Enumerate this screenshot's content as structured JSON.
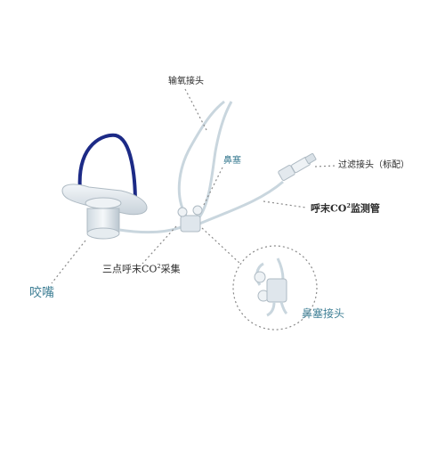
{
  "labels": {
    "oxygen_connector": "输氧接头",
    "nasal_plug": "鼻塞",
    "filter_connector": "过滤接头（标配）",
    "co2_monitor_prefix": "呼末CO",
    "co2_monitor_sup": "2",
    "co2_monitor_suffix": "监测管",
    "three_point_prefix": "三点呼末CO",
    "three_point_sup": "2",
    "three_point_suffix": "采集",
    "mouthpiece": "咬嘴",
    "nasal_plug_detail": "鼻塞接头"
  },
  "colors": {
    "strap": "#1c2a86",
    "tube": "#c9d6de",
    "device": "#dfe6ec",
    "label_accent": "#3f7f95",
    "leader_line": "#8a8a8a"
  }
}
